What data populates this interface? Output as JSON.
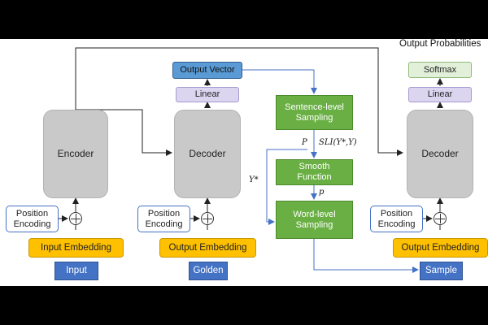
{
  "title": "Output Probabilities",
  "left": {
    "encoder": "Encoder",
    "position_encoding": "Position\nEncoding",
    "embedding": "Input Embedding",
    "input": "Input"
  },
  "middle": {
    "output_vector": "Output Vector",
    "linear": "Linear",
    "decoder": "Decoder",
    "position_encoding": "Position\nEncoding",
    "embedding": "Output Embedding",
    "input": "Golden"
  },
  "sampling": {
    "sentence_level": "Sentence-level\nSampling",
    "smooth": "Smooth\nFunction",
    "word_level": "Word-level\nSampling",
    "label_p_upper": "P",
    "label_sli": "SLI(Y*,Y)",
    "label_p_lower": "p",
    "label_ystar": "Y*"
  },
  "right": {
    "softmax": "Softmax",
    "linear": "Linear",
    "decoder": "Decoder",
    "position_encoding": "Position\nEncoding",
    "embedding": "Output Embedding",
    "input": "Sample"
  }
}
